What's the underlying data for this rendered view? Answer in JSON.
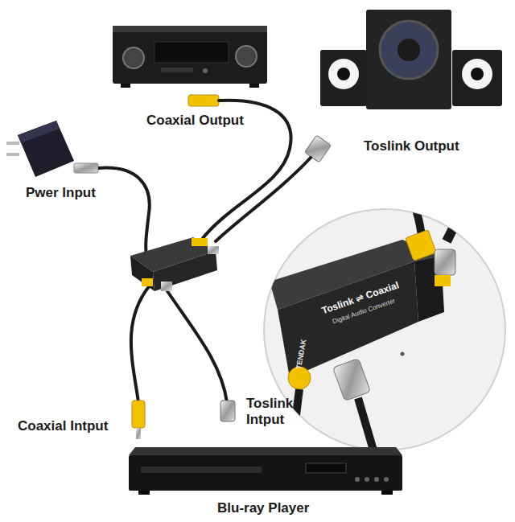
{
  "diagram": {
    "labels": [
      "Coaxial Output",
      "Toslink Output",
      "Pwer Input",
      "TENDAK",
      "Toslink ⇌ Coaxial",
      "Digital Audio Converter",
      "Toslink Intput",
      "Coaxial Intput",
      "Blu-ray Player"
    ]
  }
}
